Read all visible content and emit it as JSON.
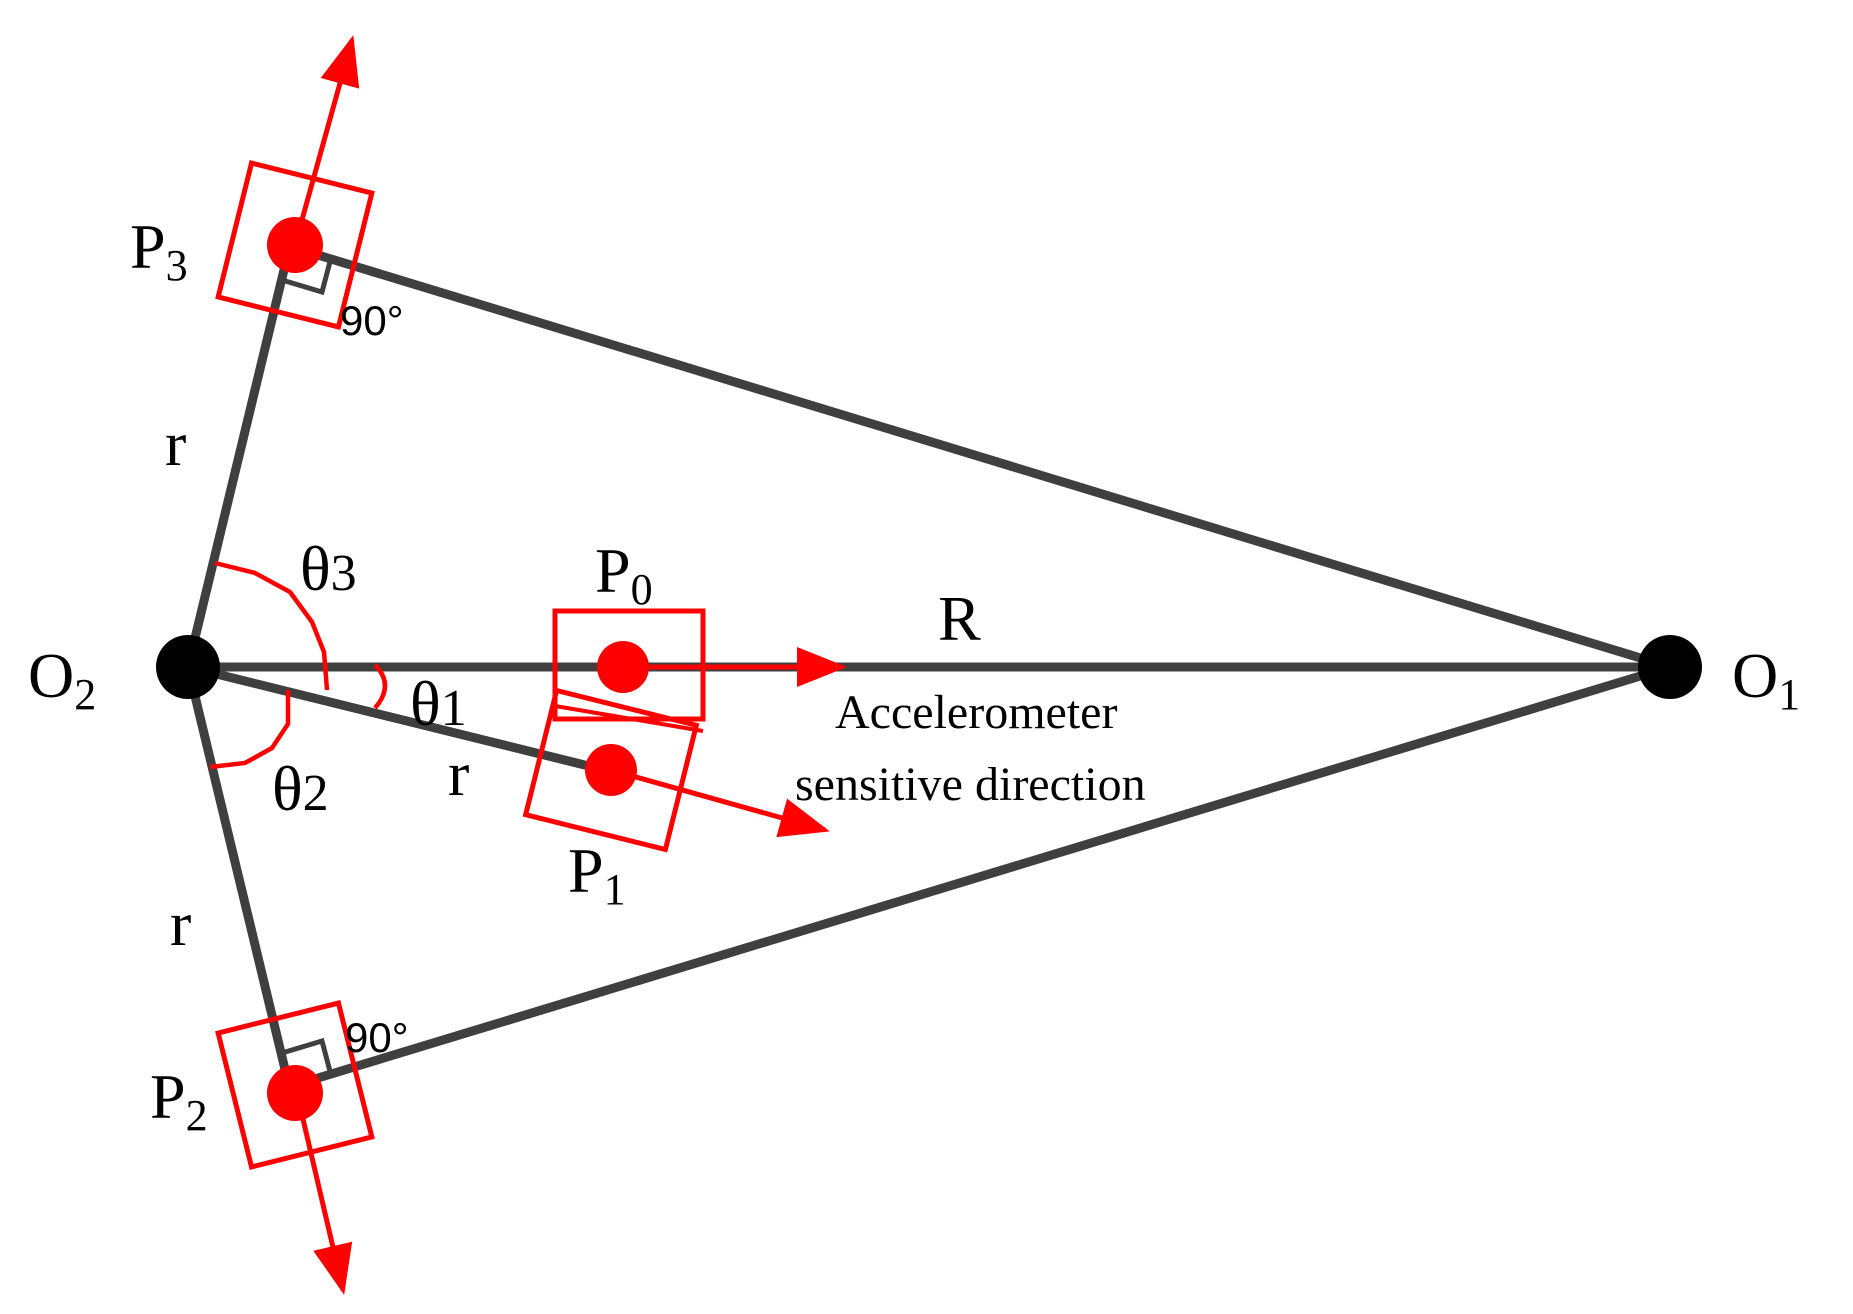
{
  "points": {
    "O1": {
      "main": "O",
      "sub": "1"
    },
    "O2": {
      "main": "O",
      "sub": "2"
    },
    "P0": {
      "main": "P",
      "sub": "0"
    },
    "P1": {
      "main": "P",
      "sub": "1"
    },
    "P2": {
      "main": "P",
      "sub": "2"
    },
    "P3": {
      "main": "P",
      "sub": "3"
    }
  },
  "angles": {
    "theta1": {
      "main": "θ",
      "sub": "1"
    },
    "theta2": {
      "main": "θ",
      "sub": "2"
    },
    "theta3": {
      "main": "θ",
      "sub": "3"
    }
  },
  "labels": {
    "R": "R",
    "r": "r",
    "right_angle": "90°",
    "accel_line1": "Accelerometer",
    "accel_line2": "sensitive direction"
  },
  "colors": {
    "structure": "#3f3f3f",
    "sensor": "#ff0000",
    "pivot": "#000000"
  }
}
